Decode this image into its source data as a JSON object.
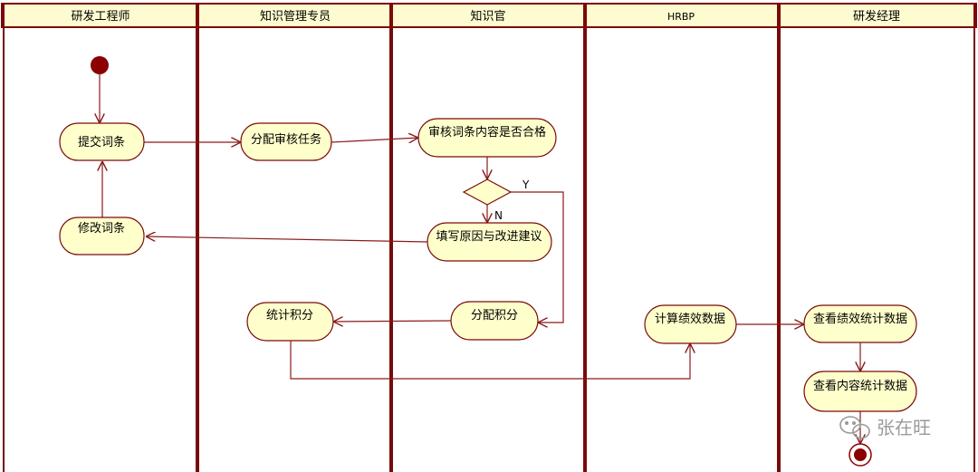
{
  "colors": {
    "lane_border": "#7a0a0a",
    "header_fill": "#fffbd0",
    "node_fill": "#ffffcc",
    "node_stroke": "#7a0a0a",
    "edge": "#8b1a1a",
    "start_fill": "#8b0000"
  },
  "lanes": [
    {
      "id": "dev",
      "title": "研发工程师"
    },
    {
      "id": "kmgr",
      "title": "知识管理专员"
    },
    {
      "id": "kofficer",
      "title": "知识官"
    },
    {
      "id": "hrbp",
      "title": "HRBP"
    },
    {
      "id": "devmgr",
      "title": "研发经理"
    }
  ],
  "nodes": [
    {
      "id": "submit",
      "label": "提交词条"
    },
    {
      "id": "revise",
      "label": "修改词条"
    },
    {
      "id": "assign",
      "label": "分配审核任务"
    },
    {
      "id": "stat",
      "label": "统计积分"
    },
    {
      "id": "review",
      "label": "审核词条内容是否合格"
    },
    {
      "id": "reason",
      "label": "填写原因与改进建议"
    },
    {
      "id": "points",
      "label": "分配积分"
    },
    {
      "id": "calc",
      "label": "计算绩效数据"
    },
    {
      "id": "view_perf",
      "label": "查看绩效统计数据"
    },
    {
      "id": "view_content",
      "label": "查看内容统计数据"
    }
  ],
  "decision": {
    "yes_label": "Y",
    "no_label": "N"
  },
  "watermark": {
    "text": "张在旺",
    "icon": "wechat-icon"
  }
}
